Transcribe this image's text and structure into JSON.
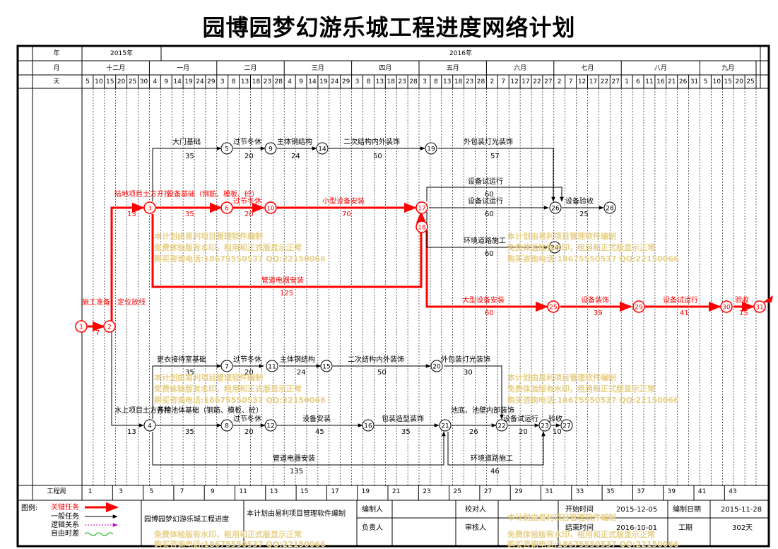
{
  "title": "园博园梦幻游乐城工程进度网络计划",
  "header": {
    "row_labels": {
      "year": "年",
      "month": "月",
      "day": "天",
      "week": "工程周"
    },
    "years": [
      "2015年",
      "2016年"
    ],
    "months": [
      "十二月",
      "一月",
      "二月",
      "三月",
      "四月",
      "五月",
      "六月",
      "七月",
      "八月",
      "九月"
    ],
    "days": [
      "5",
      "10",
      "15",
      "20",
      "25",
      "30",
      "4",
      "9",
      "14",
      "19",
      "24",
      "29",
      "3",
      "8",
      "13",
      "18",
      "23",
      "28",
      "4",
      "9",
      "14",
      "19",
      "24",
      "29",
      "3",
      "8",
      "13",
      "18",
      "23",
      "28",
      "3",
      "8",
      "13",
      "18",
      "23",
      "28",
      "2",
      "7",
      "12",
      "17",
      "22",
      "27",
      "2",
      "7",
      "12",
      "17",
      "22",
      "27",
      "1",
      "6",
      "11",
      "16",
      "21",
      "26",
      "31",
      "5",
      "10",
      "15",
      "20",
      "25"
    ],
    "weeks": [
      "1",
      "3",
      "5",
      "7",
      "9",
      "11",
      "13",
      "15",
      "17",
      "19",
      "21",
      "23",
      "25",
      "27",
      "29",
      "31",
      "33",
      "35",
      "37",
      "39",
      "41",
      "43"
    ]
  },
  "nodes": [
    "1",
    "2",
    "3",
    "4",
    "5",
    "6",
    "7",
    "8",
    "9",
    "10",
    "11",
    "12",
    "14",
    "15",
    "16",
    "17",
    "18",
    "19",
    "20",
    "21",
    "22",
    "23",
    "24",
    "25",
    "26",
    "27",
    "28",
    "29",
    "30",
    "31"
  ],
  "tasks": {
    "t_1_2": "施工准备、定位放线",
    "d_1_2": "7",
    "t_2_3": "陆地项目土方开挖",
    "d_2_3": "13",
    "t_3_6": "设备基础（钢筋、模板、砼）",
    "d_3_6": "35",
    "t_3_5": "大门基础",
    "d_3_5": "35",
    "t_5_9": "过节冬休",
    "d_5_9": "20",
    "t_9_14": "主体钢结构",
    "d_9_14": "24",
    "t_14_19": "二次结构内外装饰",
    "d_14_19": "50",
    "t_19_26": "外包装灯光装饰",
    "d_19_26": "57",
    "t_6_10": "过节冬休",
    "d_6_10": "20",
    "t_10_17": "小型设备安装",
    "d_10_17": "70",
    "t_3_17": "管道电器安装",
    "d_3_17": "125",
    "t_17_26a": "设备试运行",
    "d_17_26a": "60",
    "t_17_26b": "设备试运行",
    "d_17_26b": "60",
    "t_26_28": "设备验收",
    "d_26_28": "25",
    "t_17_24": "环境道路施工",
    "d_17_24": "60",
    "t_18_25": "大型设备安装",
    "d_18_25": "60",
    "t_25_29": "设备装饰",
    "d_25_29": "39",
    "t_29_30": "设备试运行",
    "d_29_30": "41",
    "t_30_31": "验收",
    "d_30_31": "15",
    "t_2_4": "水上项目土方开挖",
    "d_2_4": "13",
    "t_4_7": "更衣接待室基础",
    "d_4_7": "35",
    "t_7_11": "过节冬休",
    "d_7_11": "20",
    "t_11_15": "主体钢结构",
    "d_11_15": "24",
    "t_15_20": "二次结构内外装饰",
    "d_15_20": "50",
    "t_20_22": "外包装灯光装饰",
    "d_20_22": "30",
    "t_4_8": "各种池体基础（钢筋、模板、砼）",
    "d_4_8": "35",
    "t_8_12": "过节冬休",
    "d_8_12": "20",
    "t_12_16": "设备安装",
    "d_12_16": "45",
    "t_16_21": "包装造型装饰",
    "d_16_21": "35",
    "t_21_22": "池底、池壁内部装饰",
    "d_21_22": "26",
    "t_22_23": "设备试运行",
    "d_22_23": "20",
    "t_23_27": "验收",
    "d_23_27": "10",
    "t_4_21": "管道电器安装",
    "d_4_21": "135",
    "t_21_23": "环境道路施工",
    "d_21_23": "46"
  },
  "watermark": {
    "line1": "本计划由易利项目管理软件编制",
    "line2": "免费体验版有水印，租用和正式版显示正常",
    "line3": "购买咨询电话:18675550537 QQ:22150066"
  },
  "legend": {
    "title": "图例:",
    "items": [
      "关键任务",
      "一般任务",
      "逻辑关系",
      "自由时差"
    ]
  },
  "footer": {
    "project_name": "园博园梦幻游乐城工程进度",
    "software": "本计划由易利项目管理软件编制",
    "editor_label": "编制人",
    "editor": "",
    "owner_label": "负责人",
    "owner": "",
    "checker_label": "校对人",
    "checker": "",
    "reviewer_label": "审核人",
    "reviewer": "",
    "start_label": "开始时间",
    "start": "2015-12-05",
    "end_label": "结束时间",
    "end": "2016-10-01",
    "compile_label": "编制日期",
    "compile": "2015-11-28",
    "duration_label": "工期",
    "duration": "302天"
  },
  "colors": {
    "critical": "#ff0000",
    "normal": "#000000",
    "logic": "#cc00cc",
    "float": "#00aa00",
    "watermark": "#e8d088"
  }
}
